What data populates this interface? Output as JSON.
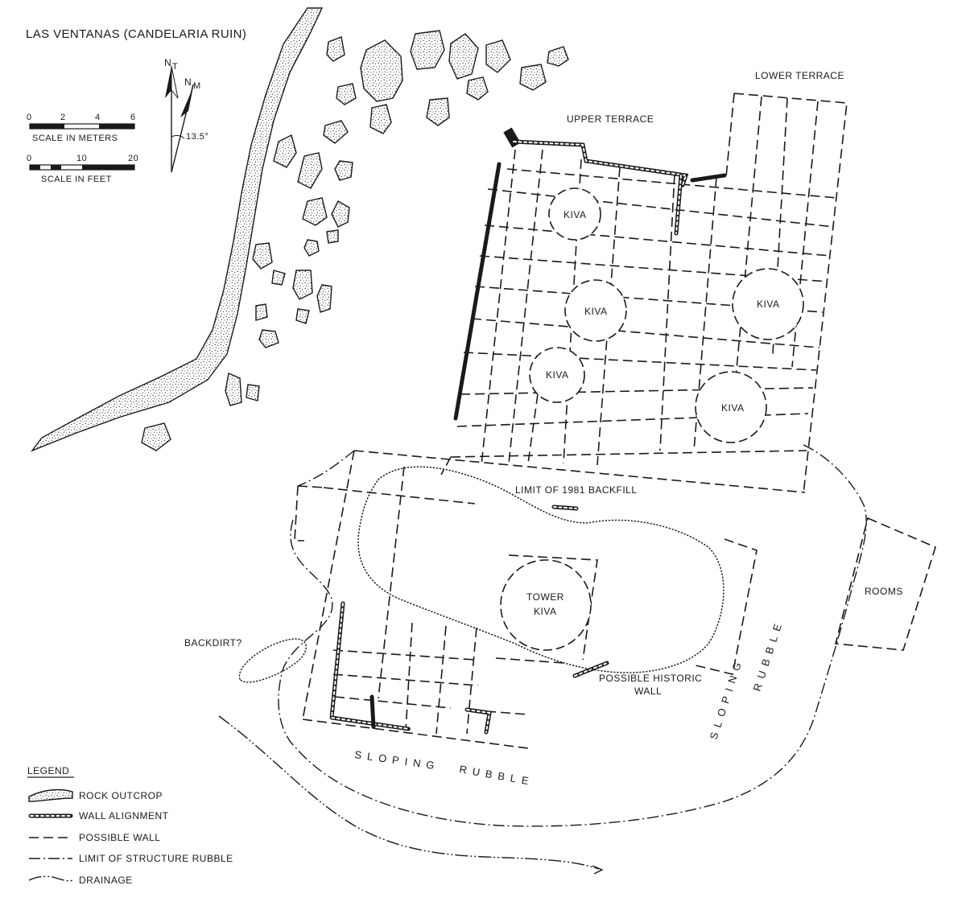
{
  "title": "LAS VENTANAS (CANDELARIA RUIN)",
  "north_arrow": {
    "true_north": "N",
    "true_sub": "T",
    "magnetic_north": "N",
    "magnetic_sub": "M",
    "declination": "13.5°"
  },
  "scale_meters": {
    "ticks": [
      "0",
      "2",
      "4",
      "6"
    ],
    "caption": "SCALE IN METERS"
  },
  "scale_feet": {
    "ticks": [
      "0",
      "10",
      "20"
    ],
    "caption": "SCALE IN FEET"
  },
  "labels": {
    "upper_terrace": "UPPER TERRACE",
    "lower_terrace": "LOWER TERRACE",
    "kivas": [
      "KIVA",
      "KIVA",
      "KIVA",
      "KIVA",
      "KIVA"
    ],
    "tower_kiva_line1": "TOWER",
    "tower_kiva_line2": "KIVA",
    "limit_backfill": "LIMIT OF 1981 BACKFILL",
    "rooms": "ROOMS",
    "backdirt": "BACKDIRT?",
    "possible_historic_line1": "POSSIBLE HISTORIC",
    "possible_historic_line2": "WALL",
    "sloping_rubble_south_1": "SLOPING",
    "sloping_rubble_south_2": "RUBBLE",
    "sloping_rubble_east_1": "SLOPING",
    "sloping_rubble_east_2": "RUBBLE"
  },
  "legend": {
    "heading": "LEGEND",
    "items": [
      {
        "symbol": "rock-outcrop",
        "label": "ROCK OUTCROP"
      },
      {
        "symbol": "wall-alignment",
        "label": "WALL ALIGNMENT"
      },
      {
        "symbol": "possible-wall",
        "label": "POSSIBLE WALL"
      },
      {
        "symbol": "limit-rubble",
        "label": "LIMIT OF STRUCTURE RUBBLE"
      },
      {
        "symbol": "drainage",
        "label": "DRAINAGE"
      }
    ]
  }
}
